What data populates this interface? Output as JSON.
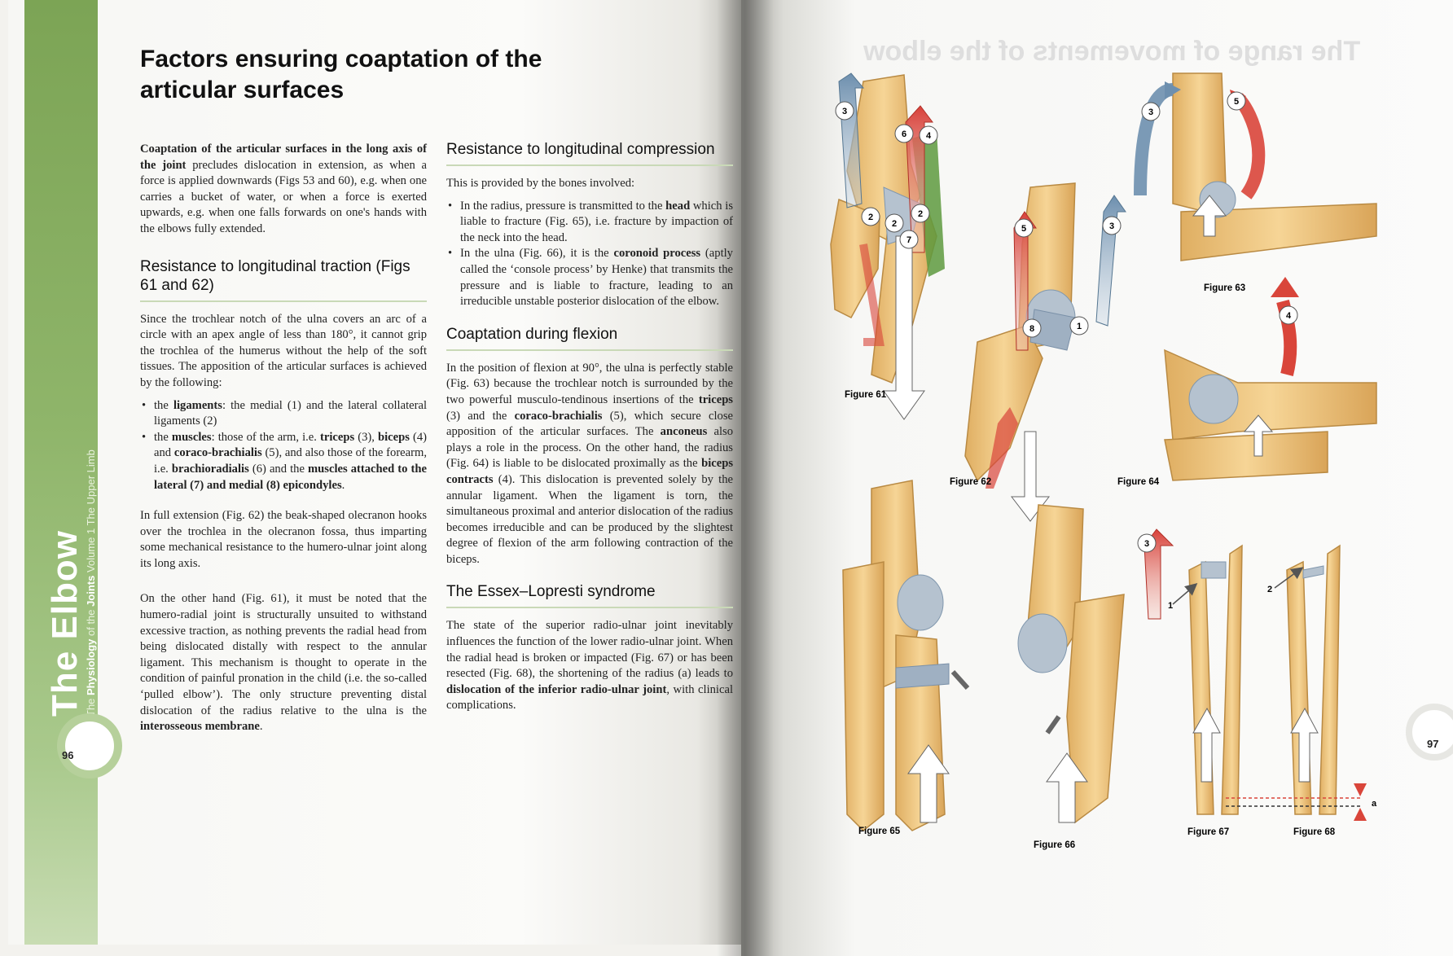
{
  "left_page": {
    "title": "Factors ensuring coaptation of the articular surfaces",
    "band_title": "The Elbow",
    "band_subtitle_pre": "The ",
    "band_subtitle_strong1": "Physiology",
    "band_subtitle_mid": " of the ",
    "band_subtitle_strong2": "Joints",
    "band_subtitle_post": " Volume 1 The Upper Limb",
    "page_number": "96",
    "intro": {
      "lead": "Coaptation of the articular surfaces in the long axis of the joint",
      "text": " precludes dislocation in extension, as when a force is applied downwards (Figs 53 and 60), e.g. when one carries a bucket of water, or when a force is exerted upwards, e.g. when one falls forwards on one's hands with the elbows fully extended."
    },
    "traction": {
      "heading": "Resistance to longitudinal traction (Figs 61 and 62)",
      "p1": "Since the trochlear notch of the ulna covers an arc of a circle with an apex angle of less than 180°, it cannot grip the trochlea of the humerus without the help of the soft tissues. The apposition of the articular surfaces is achieved by the following:",
      "b1_pre": "the ",
      "b1_strong": "ligaments",
      "b1_post": ": the medial (1) and the lateral collateral ligaments (2)",
      "b2_pre": "the ",
      "b2_s1": "muscles",
      "b2_t1": ": those of the arm, i.e. ",
      "b2_s2": "triceps",
      "b2_t2": " (3), ",
      "b2_s3": "biceps",
      "b2_t3": " (4) and ",
      "b2_s4": "coraco-brachialis",
      "b2_t4": " (5), and also those of the forearm, i.e. ",
      "b2_s5": "brachioradialis",
      "b2_t5": " (6) and the ",
      "b2_s6": "muscles attached to the lateral (7) and medial (8) epicondyles",
      "b2_t6": ".",
      "p2": "In full extension (Fig. 62) the beak-shaped olecranon hooks over the trochlea in the olecranon fossa, thus imparting some mechanical resistance to the humero-ulnar joint along its long axis.",
      "p3_text": "On the other hand (Fig. 61), it must be noted that the humero-radial joint is structurally unsuited to withstand excessive traction, as nothing prevents the radial head from being dislocated distally with respect to the annular ligament. This mechanism is thought to operate in the condition of painful pronation in the child (i.e. the so-called ‘pulled elbow’). The only structure preventing distal dislocation of the radius relative to the ulna is the ",
      "p3_strong": "interosseous membrane",
      "p3_end": "."
    },
    "compression": {
      "heading": "Resistance to longitudinal compression",
      "intro": "This is provided by the bones involved:",
      "b1_pre": "In the radius, pressure is transmitted to the ",
      "b1_strong": "head",
      "b1_post": " which is liable to fracture (Fig. 65), i.e. fracture by impaction of the neck into the head.",
      "b2_pre": "In the ulna (Fig. 66), it is the ",
      "b2_strong": "coronoid process",
      "b2_post": " (aptly called the ‘console process’ by Henke) that transmits the pressure and is liable to fracture, leading to an irreducible unstable posterior dislocation of the elbow."
    },
    "flexion": {
      "heading": "Coaptation during flexion",
      "t1": "In the position of flexion at 90°, the ulna is perfectly stable (Fig. 63) because the trochlear notch is surrounded by the two powerful musculo-tendinous insertions of the ",
      "s1": "triceps",
      "t2": " (3) and the ",
      "s2": "coraco-brachialis",
      "t3": " (5), which secure close apposition of the articular surfaces. The ",
      "s3": "anconeus",
      "t4": " also plays a role in the process. On the other hand, the radius (Fig. 64) is liable to be dislocated proximally as the ",
      "s4": "biceps contracts",
      "t5": " (4). This dislocation is prevented solely by the annular ligament. When the ligament is torn, the simultaneous proximal and anterior dislocation of the radius becomes irreducible and can be produced by the slightest degree of flexion of the arm following contraction of the biceps."
    },
    "essex": {
      "heading": "The Essex–Lopresti syndrome",
      "t1": "The state of the superior radio-ulnar joint inevitably influences the function of the lower radio-ulnar joint. When the radial head is broken or impacted (Fig. 67) or has been resected (Fig. 68), the shortening of the radius (a) leads to ",
      "s1": "dislocation of the inferior radio-ulnar joint",
      "t2": ", with clinical complications."
    }
  },
  "right_page": {
    "page_number": "97",
    "ghost_heading": "The range of movements of the elbow",
    "figures": {
      "f61": "Figure 61",
      "f62": "Figure 62",
      "f63": "Figure 63",
      "f64": "Figure 64",
      "f65": "Figure 65",
      "f66": "Figure 66",
      "f67": "Figure 67",
      "f68": "Figure 68"
    },
    "markers": {
      "n1": "1",
      "n2": "2",
      "n3": "3",
      "n4": "4",
      "n5": "5",
      "n6": "6",
      "n7": "7",
      "n8": "8",
      "a": "a"
    }
  },
  "colors": {
    "green_band": "#8fb56a",
    "bone": "#efc982",
    "bone_edge": "#b98a43",
    "cartilage": "#b5c2cf",
    "arrow_red": "#d9453a",
    "arrow_blue": "#6f8fae",
    "arrow_green": "#5e9a3e"
  }
}
